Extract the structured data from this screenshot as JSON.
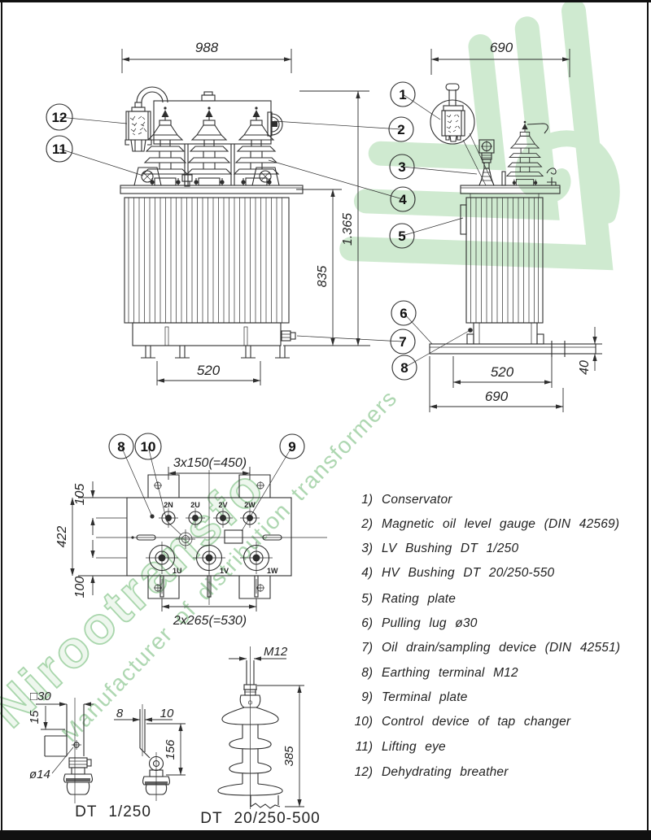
{
  "watermark": {
    "brand": "Nirootransfo",
    "tagline": "Manufacturer of distribution transformers",
    "logo_green": "#cde9ce",
    "text_green": "#aed7b1"
  },
  "views": {
    "front": {
      "dim_width_top": "988",
      "dim_height_total": "1.365",
      "dim_height_tank": "835",
      "dim_feet": "520"
    },
    "side": {
      "dim_width_top": "690",
      "dim_base_inner": "520",
      "dim_base_outer": "690",
      "dim_skid_height": "40"
    },
    "plan": {
      "dim_lv_spacing": "3x150(=450)",
      "dim_top_offset": "105",
      "dim_height": "422",
      "dim_bottom_offset": "100",
      "dim_hv_spacing": "2x265(=530)",
      "lv_labels": [
        "2N",
        "2U",
        "2V",
        "2W"
      ],
      "hv_labels": [
        "1U",
        "1V",
        "1W"
      ]
    },
    "detail_lv": {
      "caption": "DT 1/250",
      "dim_square": "□30",
      "dim_15": "15",
      "dim_hole": "ø14",
      "dim_8": "8",
      "dim_10": "10",
      "dim_156": "156"
    },
    "detail_hv": {
      "caption": "DT 20/250-500",
      "dim_thread": "M12",
      "dim_385": "385"
    }
  },
  "callouts": [
    "1",
    "2",
    "3",
    "4",
    "5",
    "6",
    "7",
    "8",
    "9",
    "10",
    "11",
    "12"
  ],
  "legend": {
    "items": [
      {
        "num": "1)",
        "label": "Conservator"
      },
      {
        "num": "2)",
        "label": "Magnetic oil level gauge (DIN 42569)"
      },
      {
        "num": "3)",
        "label": "LV Bushing DT 1/250"
      },
      {
        "num": "4)",
        "label": "HV Bushing DT 20/250-550"
      },
      {
        "num": "5)",
        "label": "Rating plate"
      },
      {
        "num": "6)",
        "label": "Pulling lug ø30"
      },
      {
        "num": "7)",
        "label": "Oil drain/sampling device (DIN 42551)"
      },
      {
        "num": "8)",
        "label": "Earthing terminal M12"
      },
      {
        "num": "9)",
        "label": "Terminal plate"
      },
      {
        "num": "10)",
        "label": "Control device of tap changer"
      },
      {
        "num": "11)",
        "label": "Lifting eye"
      },
      {
        "num": "12)",
        "label": "Dehydrating breather"
      }
    ]
  },
  "colors": {
    "line": "#2e2e2e"
  }
}
